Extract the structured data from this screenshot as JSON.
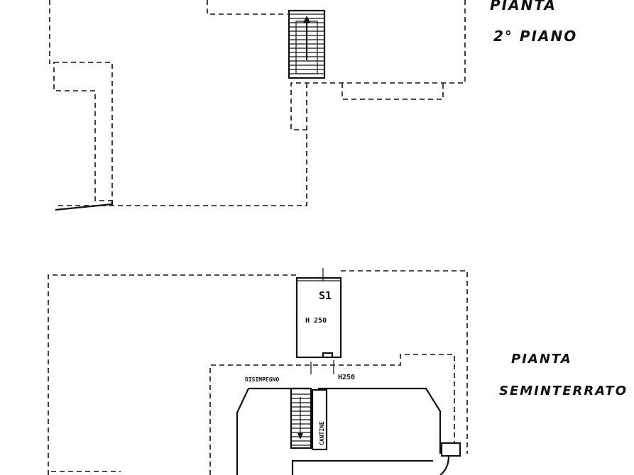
{
  "upper_plan": {
    "title_line1": "PIANTA",
    "title_line2": "2° PIANO"
  },
  "lower_plan": {
    "title_line1": "PIANTA",
    "title_line2": "SEMINTERRATO",
    "room_height_cellar": "H 250",
    "corridor_label": "DISIMPEGNO",
    "corridor_height": "H250",
    "cellars_label": "CANTINE",
    "stair_mark": "S1"
  }
}
